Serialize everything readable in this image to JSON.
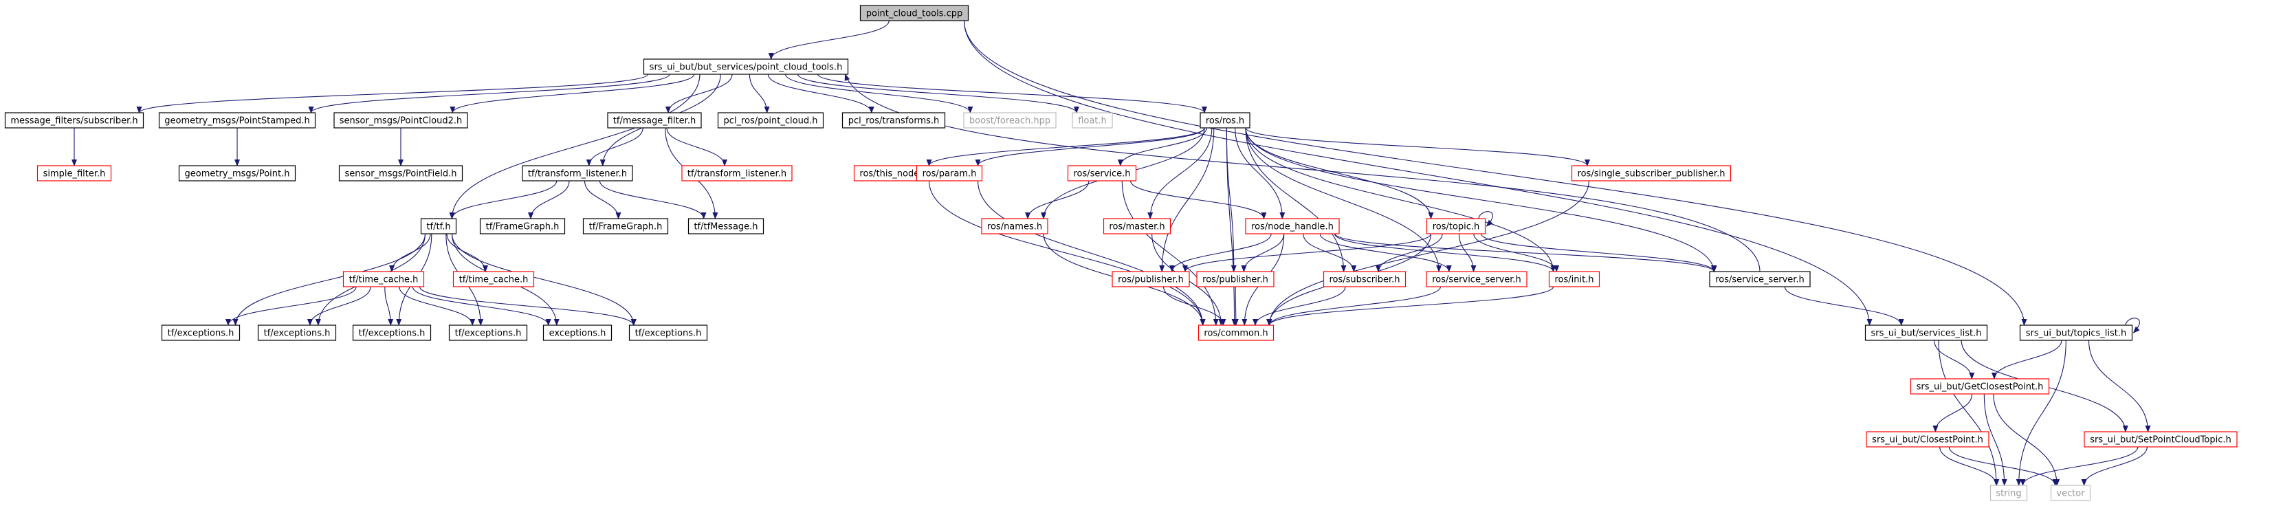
{
  "colors": {
    "edge": "#191970",
    "node_border": "#000000",
    "missing_border": "#ff0000",
    "external_border": "#bfbfbf",
    "root_fill": "#bfbfbf"
  },
  "nodes": [
    {
      "id": "root",
      "label": "point_cloud_tools.cpp",
      "style": "root"
    },
    {
      "id": "pct_h",
      "label": "srs_ui_but/but_services/point_cloud_tools.h",
      "style": "normal"
    },
    {
      "id": "mf_sub",
      "label": "message_filters/subscriber.h",
      "style": "normal"
    },
    {
      "id": "gm_ps",
      "label": "geometry_msgs/PointStamped.h",
      "style": "normal"
    },
    {
      "id": "sm_pc2",
      "label": "sensor_msgs/PointCloud2.h",
      "style": "normal"
    },
    {
      "id": "tf_mf",
      "label": "tf/message_filter.h",
      "style": "normal"
    },
    {
      "id": "pcl_pc",
      "label": "pcl_ros/point_cloud.h",
      "style": "normal"
    },
    {
      "id": "pcl_tr",
      "label": "pcl_ros/transforms.h",
      "style": "normal"
    },
    {
      "id": "boost_fe",
      "label": "boost/foreach.hpp",
      "style": "external"
    },
    {
      "id": "float_h",
      "label": "float.h",
      "style": "external"
    },
    {
      "id": "ros_ros",
      "label": "ros/ros.h",
      "style": "normal"
    },
    {
      "id": "simple_filter",
      "label": "simple_filter.h",
      "style": "missing"
    },
    {
      "id": "gm_point",
      "label": "geometry_msgs/Point.h",
      "style": "normal"
    },
    {
      "id": "sm_pf",
      "label": "sensor_msgs/PointField.h",
      "style": "normal"
    },
    {
      "id": "tf_tl",
      "label": "tf/transform_listener.h",
      "style": "normal"
    },
    {
      "id": "tf_tl_red",
      "label": "tf/transform_listener.h",
      "style": "missing"
    },
    {
      "id": "ros_this_node",
      "label": "ros/this_node.h",
      "style": "missing"
    },
    {
      "id": "ros_param",
      "label": "ros/param.h",
      "style": "missing"
    },
    {
      "id": "ros_service",
      "label": "ros/service.h",
      "style": "missing"
    },
    {
      "id": "ros_single_sub",
      "label": "ros/single_subscriber_publisher.h",
      "style": "missing"
    },
    {
      "id": "tf_tf",
      "label": "tf/tf.h",
      "style": "normal"
    },
    {
      "id": "tf_fg1",
      "label": "tf/FrameGraph.h",
      "style": "normal"
    },
    {
      "id": "tf_fg2",
      "label": "tf/FrameGraph.h",
      "style": "normal"
    },
    {
      "id": "tf_tfmsg",
      "label": "tf/tfMessage.h",
      "style": "normal"
    },
    {
      "id": "ros_names",
      "label": "ros/names.h",
      "style": "missing"
    },
    {
      "id": "ros_master",
      "label": "ros/master.h",
      "style": "missing"
    },
    {
      "id": "ros_nh",
      "label": "ros/node_handle.h",
      "style": "missing"
    },
    {
      "id": "ros_topic",
      "label": "ros/topic.h",
      "style": "missing"
    },
    {
      "id": "tf_tc_red",
      "label": "tf/time_cache.h",
      "style": "missing"
    },
    {
      "id": "tf_tc_red2",
      "label": "tf/time_cache.h",
      "style": "missing"
    },
    {
      "id": "ros_pub1",
      "label": "ros/publisher.h",
      "style": "missing"
    },
    {
      "id": "ros_pub2",
      "label": "ros/publisher.h",
      "style": "missing"
    },
    {
      "id": "ros_subscriber",
      "label": "ros/subscriber.h",
      "style": "missing"
    },
    {
      "id": "ros_ss",
      "label": "ros/service_server.h",
      "style": "missing"
    },
    {
      "id": "ros_init",
      "label": "ros/init.h",
      "style": "missing"
    },
    {
      "id": "ros_srv_server",
      "label": "ros/service_server.h",
      "style": "normal"
    },
    {
      "id": "tf_exc1",
      "label": "tf/exceptions.h",
      "style": "normal"
    },
    {
      "id": "tf_exc2",
      "label": "tf/exceptions.h",
      "style": "normal"
    },
    {
      "id": "tf_exc3",
      "label": "tf/exceptions.h",
      "style": "normal"
    },
    {
      "id": "tf_exc4",
      "label": "tf/exceptions.h",
      "style": "normal"
    },
    {
      "id": "exc",
      "label": "exceptions.h",
      "style": "normal"
    },
    {
      "id": "tf_exc5",
      "label": "tf/exceptions.h",
      "style": "normal"
    },
    {
      "id": "ros_common",
      "label": "ros/common.h",
      "style": "missing"
    },
    {
      "id": "services_list",
      "label": "srs_ui_but/services_list.h",
      "style": "normal"
    },
    {
      "id": "topics_list",
      "label": "srs_ui_but/topics_list.h",
      "style": "normal"
    },
    {
      "id": "gcp",
      "label": "srs_ui_but/GetClosestPoint.h",
      "style": "missing"
    },
    {
      "id": "cp",
      "label": "srs_ui_but/ClosestPoint.h",
      "style": "missing"
    },
    {
      "id": "spct",
      "label": "srs_ui_but/SetPointCloudTopic.h",
      "style": "missing"
    },
    {
      "id": "string",
      "label": "string",
      "style": "external"
    },
    {
      "id": "vector",
      "label": "vector",
      "style": "external"
    }
  ],
  "edges": [
    [
      "root",
      "pct_h"
    ],
    [
      "root",
      "services_list"
    ],
    [
      "root",
      "topics_list"
    ],
    [
      "pct_h",
      "mf_sub"
    ],
    [
      "pct_h",
      "gm_ps"
    ],
    [
      "pct_h",
      "sm_pc2"
    ],
    [
      "pct_h",
      "tf_mf"
    ],
    [
      "pct_h",
      "pcl_pc"
    ],
    [
      "pct_h",
      "pcl_tr"
    ],
    [
      "pct_h",
      "boost_fe"
    ],
    [
      "pct_h",
      "float_h"
    ],
    [
      "pct_h",
      "ros_ros"
    ],
    [
      "pct_h",
      "tf_tl"
    ],
    [
      "pct_h",
      "tf_tf"
    ],
    [
      "mf_sub",
      "simple_filter"
    ],
    [
      "gm_ps",
      "gm_point"
    ],
    [
      "sm_pc2",
      "sm_pf"
    ],
    [
      "tf_mf",
      "tf_tl"
    ],
    [
      "tf_mf",
      "tf_tl_red"
    ],
    [
      "tf_mf",
      "tf_tfmsg"
    ],
    [
      "tf_tl",
      "tf_tf"
    ],
    [
      "tf_tl",
      "tf_fg1"
    ],
    [
      "tf_tl",
      "tf_fg2"
    ],
    [
      "tf_tl",
      "tf_tfmsg"
    ],
    [
      "tf_tf",
      "tf_tc_red"
    ],
    [
      "tf_tf",
      "tf_tc_red2"
    ],
    [
      "tf_tf",
      "tf_exc1"
    ],
    [
      "tf_tf",
      "tf_exc2"
    ],
    [
      "tf_tf",
      "tf_exc3"
    ],
    [
      "tf_tf",
      "tf_exc4"
    ],
    [
      "tf_tf",
      "exc"
    ],
    [
      "tf_tf",
      "tf_exc5"
    ],
    [
      "tf_tc_red",
      "tf_exc1"
    ],
    [
      "tf_tc_red",
      "tf_exc2"
    ],
    [
      "tf_tc_red",
      "tf_exc3"
    ],
    [
      "tf_tc_red",
      "tf_exc4"
    ],
    [
      "tf_tc_red",
      "exc"
    ],
    [
      "tf_tc_red",
      "tf_exc5"
    ],
    [
      "ros_ros",
      "ros_this_node"
    ],
    [
      "ros_ros",
      "ros_param"
    ],
    [
      "ros_ros",
      "ros_service"
    ],
    [
      "ros_ros",
      "ros_names"
    ],
    [
      "ros_ros",
      "ros_master"
    ],
    [
      "ros_ros",
      "ros_nh"
    ],
    [
      "ros_ros",
      "ros_topic"
    ],
    [
      "ros_ros",
      "ros_single_sub"
    ],
    [
      "ros_ros",
      "ros_pub1"
    ],
    [
      "ros_ros",
      "ros_pub2"
    ],
    [
      "ros_ros",
      "ros_subscriber"
    ],
    [
      "ros_ros",
      "ros_ss"
    ],
    [
      "ros_ros",
      "ros_init"
    ],
    [
      "ros_ros",
      "ros_srv_server"
    ],
    [
      "ros_ros",
      "ros_common"
    ],
    [
      "ros_this_node",
      "ros_common"
    ],
    [
      "ros_param",
      "ros_common"
    ],
    [
      "ros_service",
      "ros_names"
    ],
    [
      "ros_service",
      "ros_common"
    ],
    [
      "ros_service",
      "ros_nh"
    ],
    [
      "ros_names",
      "ros_common"
    ],
    [
      "ros_master",
      "ros_common"
    ],
    [
      "ros_nh",
      "ros_pub1"
    ],
    [
      "ros_nh",
      "ros_pub2"
    ],
    [
      "ros_nh",
      "ros_subscriber"
    ],
    [
      "ros_nh",
      "ros_ss"
    ],
    [
      "ros_nh",
      "ros_init"
    ],
    [
      "ros_nh",
      "ros_common"
    ],
    [
      "ros_nh",
      "ros_srv_server"
    ],
    [
      "ros_topic",
      "ros_pub1"
    ],
    [
      "ros_topic",
      "ros_subscriber"
    ],
    [
      "ros_topic",
      "ros_ss"
    ],
    [
      "ros_topic",
      "ros_init"
    ],
    [
      "ros_topic",
      "ros_common"
    ],
    [
      "ros_topic",
      "ros_srv_server"
    ],
    [
      "ros_single_sub",
      "ros_common"
    ],
    [
      "ros_pub1",
      "ros_common"
    ],
    [
      "ros_pub2",
      "ros_common"
    ],
    [
      "ros_subscriber",
      "ros_common"
    ],
    [
      "ros_ss",
      "ros_common"
    ],
    [
      "ros_init",
      "ros_common"
    ],
    [
      "ros_srv_server",
      "pct_h"
    ],
    [
      "ros_srv_server",
      "services_list"
    ],
    [
      "services_list",
      "gcp"
    ],
    [
      "services_list",
      "spct"
    ],
    [
      "services_list",
      "string"
    ],
    [
      "topics_list",
      "gcp"
    ],
    [
      "topics_list",
      "spct"
    ],
    [
      "topics_list",
      "string"
    ],
    [
      "gcp",
      "cp"
    ],
    [
      "gcp",
      "string"
    ],
    [
      "gcp",
      "vector"
    ],
    [
      "cp",
      "string"
    ],
    [
      "cp",
      "vector"
    ],
    [
      "spct",
      "string"
    ],
    [
      "spct",
      "vector"
    ]
  ],
  "self_loops": [
    "ros_topic",
    "topics_list"
  ]
}
